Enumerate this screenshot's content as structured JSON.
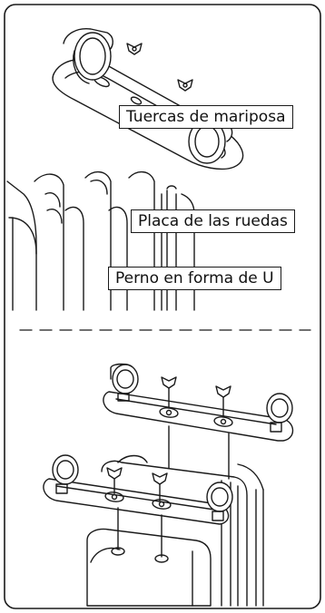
{
  "labels": {
    "wing_nuts": "Tuercas de mariposa",
    "wheel_plate": "Placa de las ruedas",
    "u_bolt": "Perno en forma de U"
  },
  "colors": {
    "line": "#1a1a1a",
    "background": "#ffffff"
  }
}
